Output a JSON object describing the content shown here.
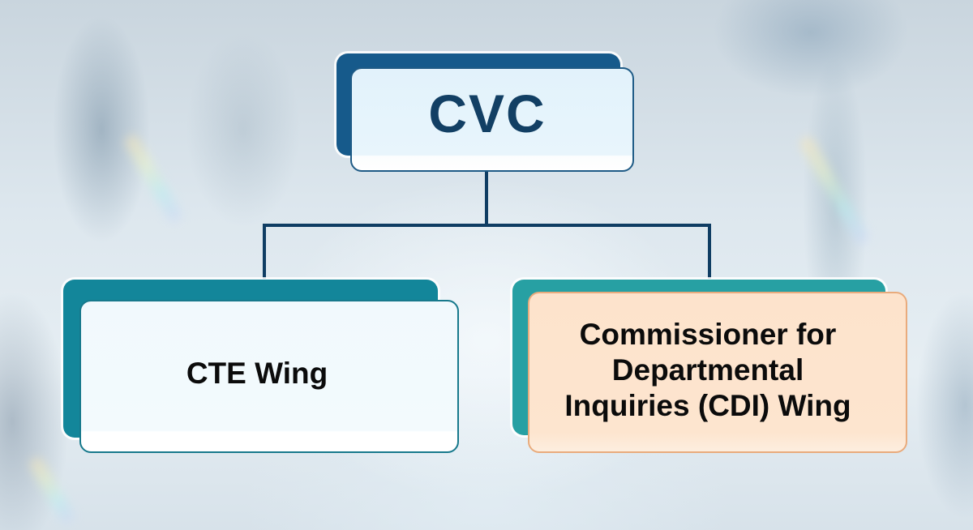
{
  "diagram": {
    "type": "org-chart",
    "root": {
      "label": "CVC",
      "colors": {
        "back": "#165a8b",
        "front": "#e2f2fb",
        "text": "#123f64"
      }
    },
    "children": [
      {
        "label": "CTE Wing",
        "colors": {
          "back": "#13869a",
          "front": "#f1f9fd",
          "text": "#0b0b0b"
        }
      },
      {
        "label": "Commissioner for Departmental Inquiries (CDI) Wing",
        "lines": [
          "Commissioner for",
          "Departmental",
          "Inquiries (CDI) Wing"
        ],
        "colors": {
          "back": "#27a0a3",
          "front": "#fde3cc",
          "text": "#0b0b0b"
        }
      }
    ],
    "connector_color": "#0f3d63"
  }
}
